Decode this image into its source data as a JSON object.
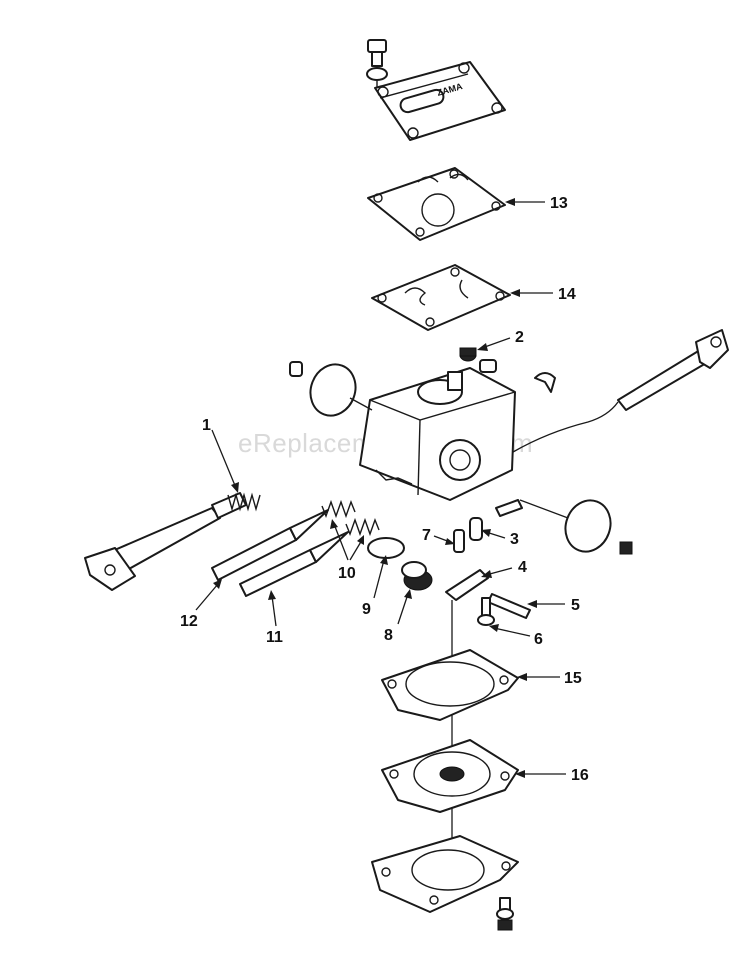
{
  "watermark": "eReplacementParts.com",
  "callouts": {
    "c1": "1",
    "c2": "2",
    "c3": "3",
    "c4": "4",
    "c5": "5",
    "c6": "6",
    "c7": "7",
    "c8": "8",
    "c9": "9",
    "c10": "10",
    "c11": "11",
    "c12": "12",
    "c13": "13",
    "c14": "14",
    "c15": "15",
    "c16": "16"
  }
}
